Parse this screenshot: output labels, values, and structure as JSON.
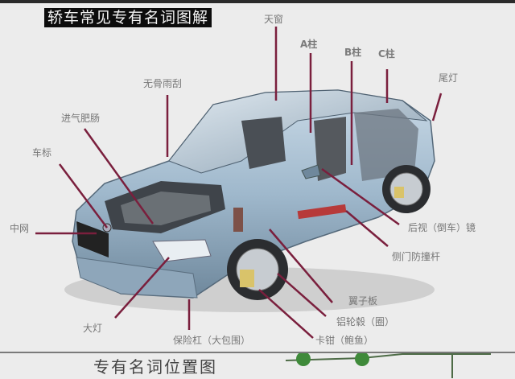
{
  "header": {
    "title": "轿车常见专有名词图解"
  },
  "labels": {
    "sunroof": "天窗",
    "a_pillar": "A柱",
    "b_pillar": "B柱",
    "c_pillar": "C柱",
    "tail_light": "尾灯",
    "wiper": "无骨雨刮",
    "intake": "进气肥肠",
    "logo": "车标",
    "grille": "中网",
    "mirror": "后视（倒车）镜",
    "side_beam": "侧门防撞杆",
    "fender": "翼子板",
    "wheel": "铝轮毂（圈）",
    "caliper": "卡钳（鲍鱼）",
    "headlight": "大灯",
    "bumper": "保险杠（大包围）"
  },
  "footer": {
    "caption": "专有名词位置图"
  },
  "colors": {
    "leader_line": "#7a1f3d",
    "car_body": "#9fb8cc",
    "background": "#ececec",
    "vine": "#3f8a3a"
  }
}
